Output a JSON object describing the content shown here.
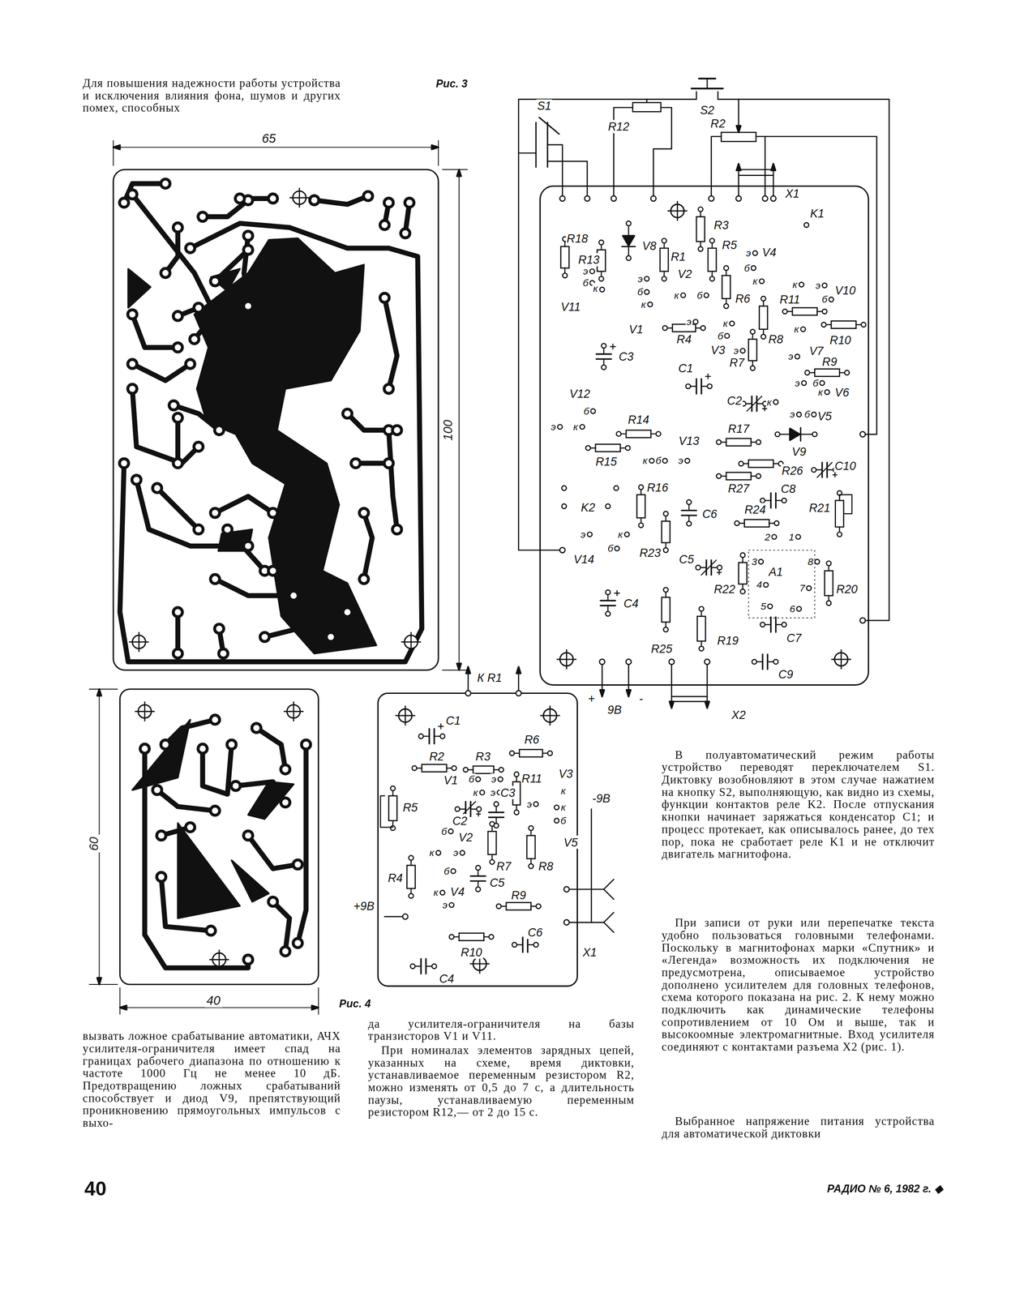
{
  "diagram": {
    "labels": [
      "Для повышения надежности работы устройства и исключения влияния фона, шумов и других помех, способных",
      "Рис. 3",
      "65",
      "100",
      "S2",
      "S1",
      "R12",
      "R2",
      "X1",
      "K1",
      "R18",
      "V8",
      "R3",
      "R5",
      "R13",
      "э",
      "б",
      "к",
      "V11",
      "R1",
      "э",
      "V4",
      "V2",
      "б",
      "к",
      "э",
      "б",
      "к",
      "к",
      "б",
      "R6",
      "R11",
      "к",
      "э",
      "V10",
      "б",
      "V1",
      "э",
      "R4",
      "к",
      "б",
      "V3",
      "э",
      "R8",
      "к",
      "R10",
      "V7",
      "R7",
      "э",
      "R9",
      "э",
      "б",
      "к",
      "V6",
      "C3",
      "C1",
      "C2",
      "к",
      "э",
      "б",
      "V5",
      "V12",
      "б",
      "э",
      "к",
      "R14",
      "V13",
      "R17",
      "V9",
      "C10",
      "R15",
      "к",
      "б",
      "э",
      "R26",
      "R27",
      "C8",
      "K2",
      "R16",
      "C6",
      "R24",
      "R21",
      "2",
      "1",
      "э",
      "к",
      "V14",
      "б",
      "R23",
      "C5",
      "3",
      "8",
      "A1",
      "R22",
      "4",
      "7",
      "R20",
      "C4",
      "5",
      "6",
      "R25",
      "R19",
      "C7",
      "C9",
      "+",
      "9В",
      "-",
      "X2",
      "К R1",
      "C1",
      "R6",
      "R2",
      "R3",
      "V1",
      "б",
      "э",
      "R11",
      "V3",
      "к",
      "э",
      "к",
      "C3",
      "э",
      "к",
      "R5",
      "C2",
      "б",
      "-9В",
      "V5",
      "б",
      "к",
      "э",
      "V2",
      "R7",
      "R8",
      "R4",
      "б",
      "к",
      "V4",
      "C5",
      "э",
      "R9",
      "+9В",
      "R10",
      "C6",
      "C4",
      "X1",
      "60",
      "40",
      "Рис. 4",
      "вызвать ложное срабатывание автоматики, АЧХ усилителя-ограничителя имеет спад на границах рабочего диапазона по отношению к частоте 1000 Гц не менее 10 дБ. Предотвращению ложных срабатываний способствует и диод V9, препятствующий проникновению прямоугольных импульсов с выхо-",
      "да усилителя-ограничителя на базы транзисторов V1 и V11.",
      "При номиналах элементов зарядных цепей, указанных на схеме, время диктовки, устанавливаемое переменным резистором R2, можно изменять от 0,5 до 7 с, а длительность паузы, устанавливаемую переменным резистором R12,— от 2 до 15 с.",
      "В полуавтоматический режим работы устройство переводят переключателем S1. Диктовку возобновляют в этом случае нажатием на кнопку S2, выполняющую, как видно из схемы, функции контактов реле K2. После отпускания кнопки начинает заряжаться конденсатор C1; и процесс протекает, как описывалось ранее, до тех пор, пока не сработает реле K1 и не отключит двигатель магнитофона.",
      "При записи от руки или перепечатке текста удобно пользоваться головными телефонами. Поскольку в магнитофонах марки «Спутник» и «Легенда» возможность их подключения не предусмотрена, описываемое устройство дополнено усилителем для головных телефонов, схема которого показана на рис. 2. К нему можно подключить как динамические телефоны сопротивлением от 10 Ом и выше, так и высокоомные электромагнитные. Вход усилителя соединяют с контактами разъема X2 (рис. 1).",
      "Выбранное напряжение питания устройства для автоматической диктовки",
      "40",
      "РАДИО № 6, 1982 г. ◆"
    ]
  }
}
